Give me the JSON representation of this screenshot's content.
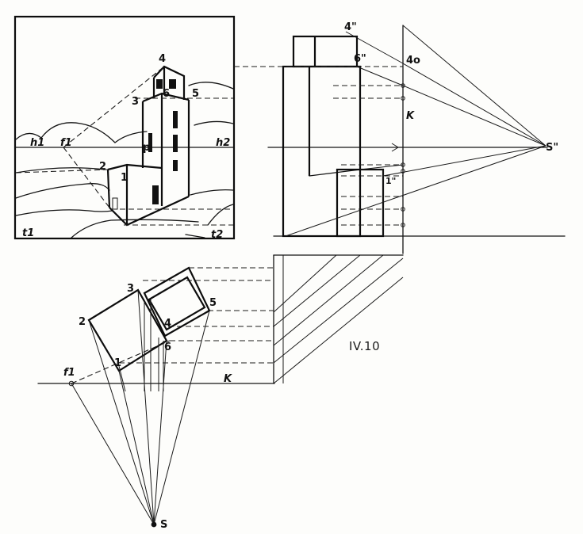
{
  "figure_label": "IV.10",
  "labels": {
    "inset": {
      "p4": "4",
      "p3": "3",
      "p6": "6",
      "p5": "5",
      "p2": "2",
      "p1": "1",
      "p": "p",
      "h1": "h1",
      "f1": "f1",
      "h2": "h2",
      "t1": "t1",
      "t2": "t2"
    },
    "elevation": {
      "p4pp": "4\"",
      "p6pp": "6\"",
      "p4o": "4o",
      "k": "K",
      "s_pp": "S\"",
      "p1pp": "1\""
    },
    "plan": {
      "p3": "3",
      "p2": "2",
      "p5": "5",
      "p4": "4",
      "p6": "6",
      "p1": "1",
      "f1": "f1",
      "k": "K",
      "s": "S"
    }
  }
}
